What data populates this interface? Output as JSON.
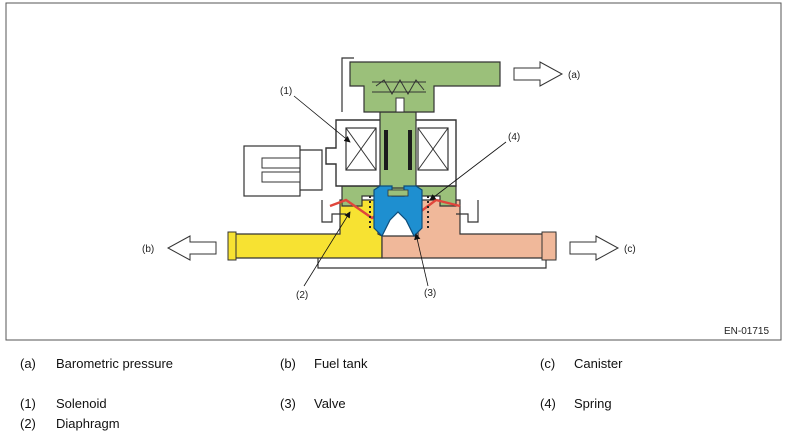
{
  "figure_code": "EN-01715",
  "colors": {
    "green": "#9bc07a",
    "yellow": "#f7e232",
    "tan": "#f0b89a",
    "blue": "#1e8fd0",
    "red": "#e0463c",
    "frame": "#555555"
  },
  "callouts": {
    "a": "(a)",
    "b": "(b)",
    "c": "(c)",
    "n1": "(1)",
    "n2": "(2)",
    "n3": "(3)",
    "n4": "(4)"
  },
  "legend": {
    "row1": [
      {
        "key": "(a)",
        "text": "Barometric pressure"
      },
      {
        "key": "(b)",
        "text": "Fuel tank"
      },
      {
        "key": "(c)",
        "text": "Canister"
      }
    ],
    "row2": [
      {
        "key": "(1)",
        "text": "Solenoid"
      },
      {
        "key": "(3)",
        "text": "Valve"
      },
      {
        "key": "(4)",
        "text": "Spring"
      }
    ],
    "row3": [
      {
        "key": "(2)",
        "text": "Diaphragm"
      }
    ]
  }
}
